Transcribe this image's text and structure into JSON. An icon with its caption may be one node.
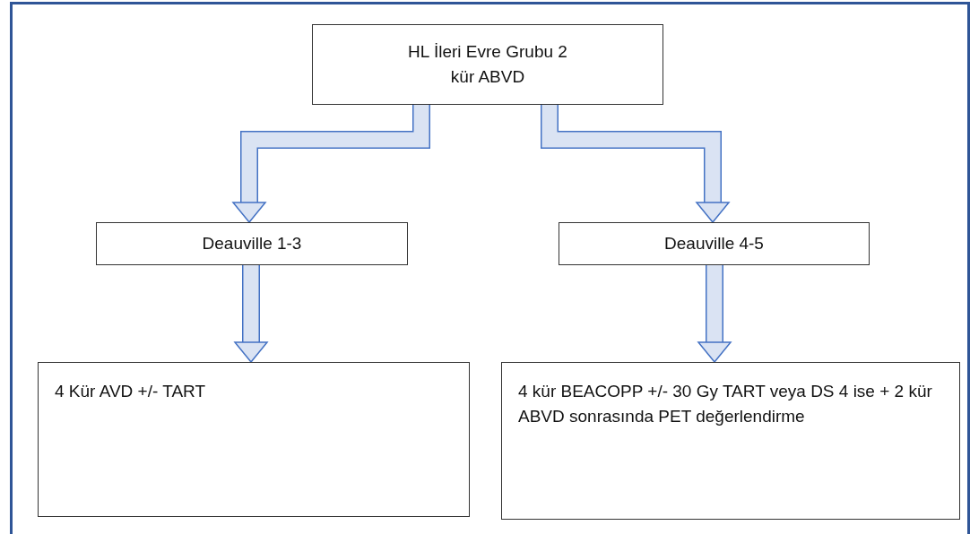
{
  "diagram": {
    "nodes": [
      {
        "text": [
          "HL İleri Evre Grubu 2 kür ABVD"
        ]
      },
      {
        "text": [
          "Deauville 1-3"
        ]
      },
      {
        "text": [
          "Deauville 4-5"
        ]
      },
      {
        "text": [
          "4 Kür AVD +/- TART"
        ]
      },
      {
        "text": [
          "4 kür BEACOPP +/- 30 Gy TART veya DS 4 ise + 2 kür ABVD sonrasında PET değerlendirme"
        ]
      }
    ],
    "edges": [
      {
        "from": 0,
        "to": 1,
        "arrow": "to"
      },
      {
        "from": 0,
        "to": 2,
        "arrow": "to"
      },
      {
        "from": 1,
        "to": 3,
        "arrow": "to"
      },
      {
        "from": 2,
        "to": 4,
        "arrow": "to"
      }
    ]
  }
}
